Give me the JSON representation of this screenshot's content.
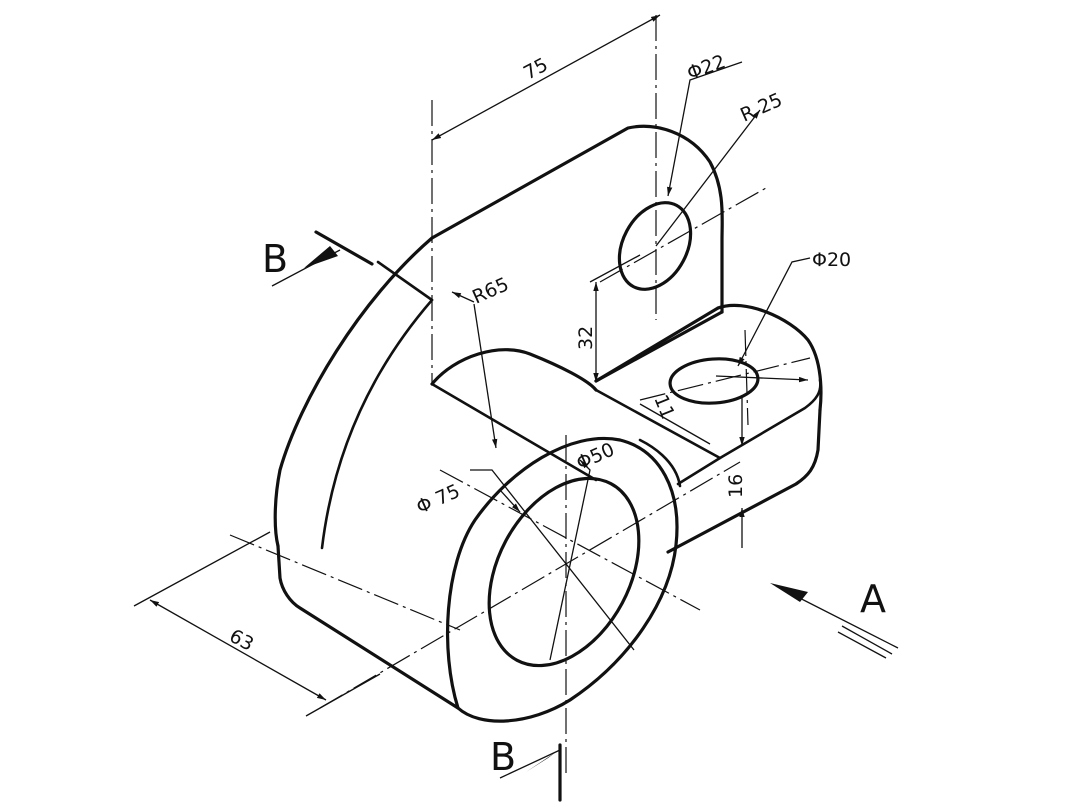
{
  "labels": {
    "section_top": "B",
    "section_bottom": "B",
    "view_arrow": "A"
  },
  "dimensions": {
    "d75": "75",
    "phi22": "Φ22",
    "r25": "R 25",
    "phi20": "Φ20",
    "r65": "R65",
    "d32": "32",
    "d11": "11",
    "d16": "16",
    "phi50": "Φ50",
    "phi75": "Φ 75",
    "d63": "63"
  }
}
